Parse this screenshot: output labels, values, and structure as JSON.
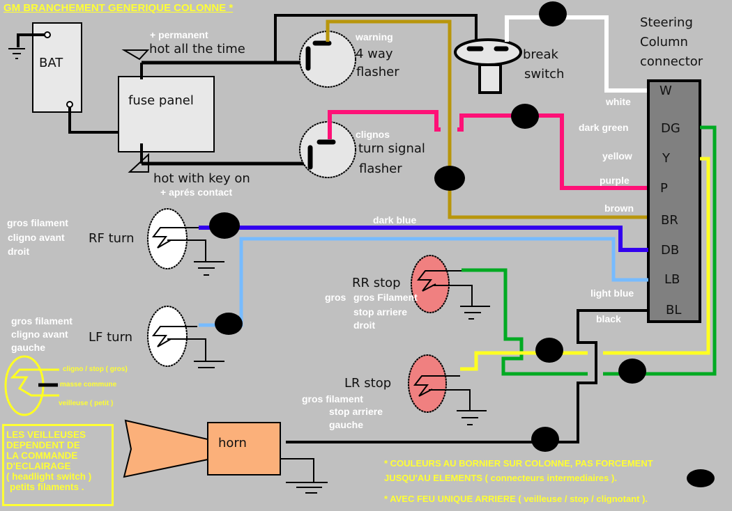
{
  "title": "GM BRANCHEMENT GENERIQUE COLONNE *",
  "components": {
    "battery": "BAT",
    "fuse_panel": "fuse panel",
    "hot_all_time": "hot all the time",
    "permanent": "+ permanent",
    "hot_key_on": "hot with key on",
    "apres_contact": "+ aprés contact",
    "warning": "warning",
    "four_way_1": "4 way",
    "four_way_2": "flasher",
    "clignos": "clignos",
    "turn_signal_1": "turn signal",
    "turn_signal_2": "flasher",
    "brake_1": "break",
    "brake_2": "switch",
    "steering_1": "Steering",
    "steering_2": "Column",
    "steering_3": "connector",
    "horn": "horn"
  },
  "connector": {
    "pins": [
      {
        "code": "W",
        "wire": "white",
        "color": "#ffffff"
      },
      {
        "code": "DG",
        "wire": "dark green",
        "color": "#00aa22"
      },
      {
        "code": "Y",
        "wire": "yellow",
        "color": "#ffff22"
      },
      {
        "code": "P",
        "wire": "purple",
        "color": "#ff1177"
      },
      {
        "code": "BR",
        "wire": "brown",
        "color": "#b8960c"
      },
      {
        "code": "DB",
        "wire": "dark blue",
        "color": "#3300ee"
      },
      {
        "code": "LB",
        "wire": "light blue",
        "color": "#77bbff"
      },
      {
        "code": "BL",
        "wire": "black",
        "color": "#000000"
      }
    ]
  },
  "lamps": {
    "rf": {
      "label": "RF turn",
      "desc": [
        "gros filament",
        "cligno avant",
        "droit"
      ]
    },
    "lf": {
      "label": "LF turn",
      "desc": [
        "gros filament",
        "cligno avant",
        "gauche"
      ]
    },
    "rr": {
      "label": "RR stop",
      "desc": [
        "gros Filament",
        "stop arriere",
        "droit"
      ]
    },
    "lr": {
      "label": "LR stop",
      "desc": [
        "gros filament",
        "stop arriere",
        "gauche"
      ]
    }
  },
  "wire_label_dark_blue": "dark blue",
  "legend": {
    "cligno": "cligno / stop ( gros)",
    "masse": "masse commune",
    "veilleuse": "veilleuse ( petit )"
  },
  "note_box": [
    "LES VEILLEUSES",
    "DEPENDENT DE",
    "LA COMMANDE",
    "D'ECLAIRAGE",
    "( headlight switch )",
    "petits filaments ."
  ],
  "footnotes": [
    "* COULEURS AU BORNIER SUR COLONNE, PAS FORCEMENT",
    "JUSQU'AU ELEMENTS ( connecteurs intermediaires ).",
    "* AVEC FEU UNIQUE ARRIERE ( veilleuse  / stop / clignotant )."
  ]
}
